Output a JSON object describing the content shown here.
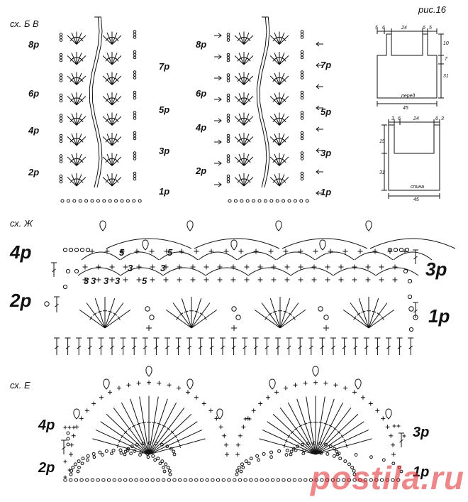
{
  "figure": "рис.16",
  "schemes": {
    "bv": {
      "title": "сх. Б В",
      "left_rows": [
        "8р",
        "6р",
        "4р",
        "2р"
      ],
      "right_rows": [
        "7р",
        "5р",
        "3р",
        "1р"
      ],
      "left_rows_b": [
        "8р",
        "6р",
        "4р",
        "2р"
      ],
      "right_rows_b": [
        "7р",
        "5р",
        "3р",
        "1р"
      ]
    },
    "zh": {
      "title": "сх. Ж",
      "left_rows": [
        "4р",
        "2р"
      ],
      "right_rows": [
        "3р",
        "1р"
      ],
      "chain_counts": [
        "5",
        "5",
        "3",
        "3",
        "3",
        "3",
        "3",
        "3",
        "5"
      ]
    },
    "e": {
      "title": "сх. Е",
      "left_rows": [
        "4р",
        "2р"
      ],
      "right_rows": [
        "3р",
        "1р"
      ]
    }
  },
  "pattern": {
    "front": {
      "label": "перед",
      "top": [
        "5",
        "6",
        "24",
        "6",
        "5"
      ],
      "side": [
        "10",
        "7",
        "31"
      ],
      "bottom": "45"
    },
    "back": {
      "label": "спина",
      "top": [
        "3",
        "6",
        "24",
        "6",
        "3"
      ],
      "side": [
        "19",
        "31"
      ],
      "bottom": "45"
    }
  },
  "watermark": "postila.ru"
}
